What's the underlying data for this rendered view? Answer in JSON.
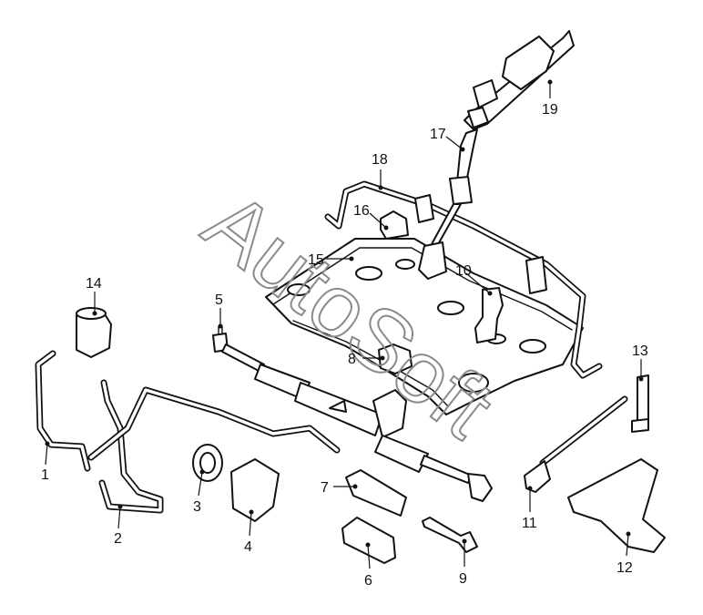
{
  "watermark": "AutoSoft",
  "callouts": [
    "1",
    "2",
    "3",
    "4",
    "5",
    "6",
    "7",
    "8",
    "9",
    "10",
    "11",
    "12",
    "13",
    "14",
    "15",
    "16",
    "17",
    "18",
    "19"
  ],
  "colors": {
    "line": "#111111",
    "watermark": "#8a8a8a",
    "background": "#ffffff"
  }
}
